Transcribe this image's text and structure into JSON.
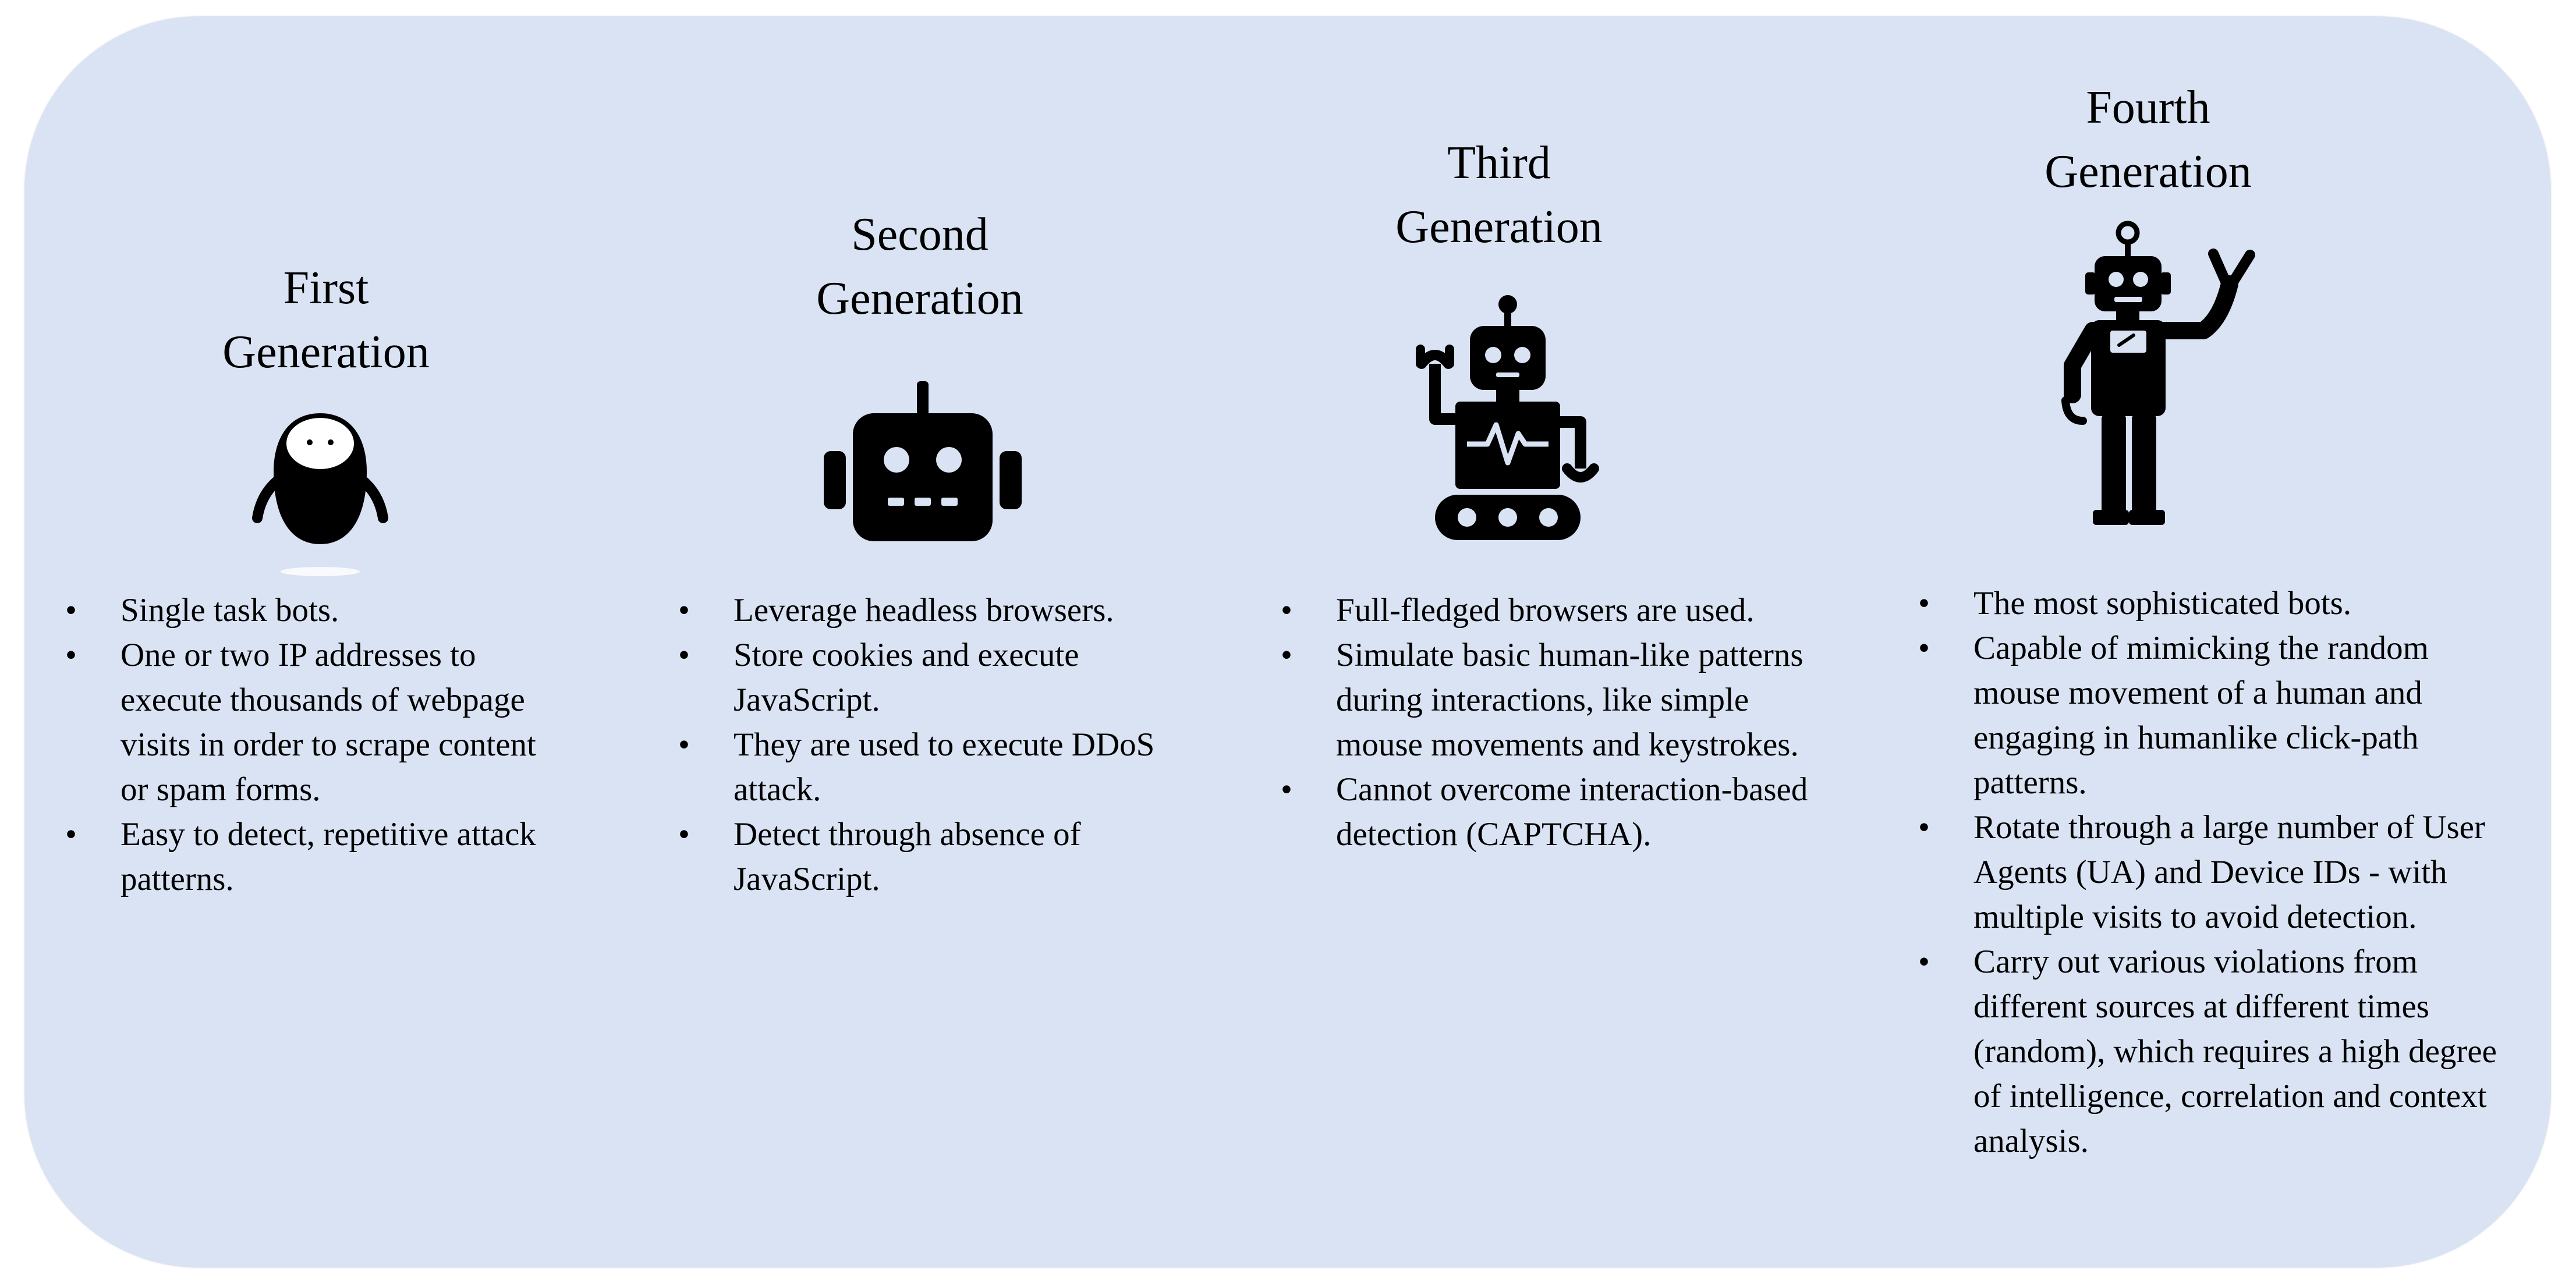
{
  "generations": [
    {
      "title_line1": "First",
      "title_line2": "Generation",
      "icon": "blob-bot-icon",
      "bullets": [
        "Single task bots.",
        "One or two IP addresses to execute thousands of webpage visits in order to scrape content or spam forms.",
        "Easy to detect, repetitive attack patterns."
      ]
    },
    {
      "title_line1": "Second",
      "title_line2": "Generation",
      "icon": "robot-head-icon",
      "bullets": [
        "Leverage headless browsers.",
        "Store cookies and execute JavaScript.",
        "They are used to execute DDoS attack.",
        "Detect through absence of JavaScript."
      ]
    },
    {
      "title_line1": "Third",
      "title_line2": "Generation",
      "icon": "tracked-robot-icon",
      "bullets": [
        "Full-fledged browsers are used.",
        "Simulate basic human-like patterns during interactions, like simple mouse movements and keystrokes.",
        "Cannot overcome interaction-based detection (CAPTCHA)."
      ]
    },
    {
      "title_line1": "Fourth",
      "title_line2": "Generation",
      "icon": "humanoid-robot-icon",
      "bullets": [
        "The most sophisticated bots.",
        "Capable of mimicking the random mouse movement of a human and engaging in humanlike click-path patterns.",
        "Rotate through a large number of User Agents (UA) and Device IDs - with multiple visits to avoid detection.",
        "Carry out various violations from different sources at different times (random), which requires a high degree of intelligence, correlation and context analysis."
      ]
    }
  ]
}
